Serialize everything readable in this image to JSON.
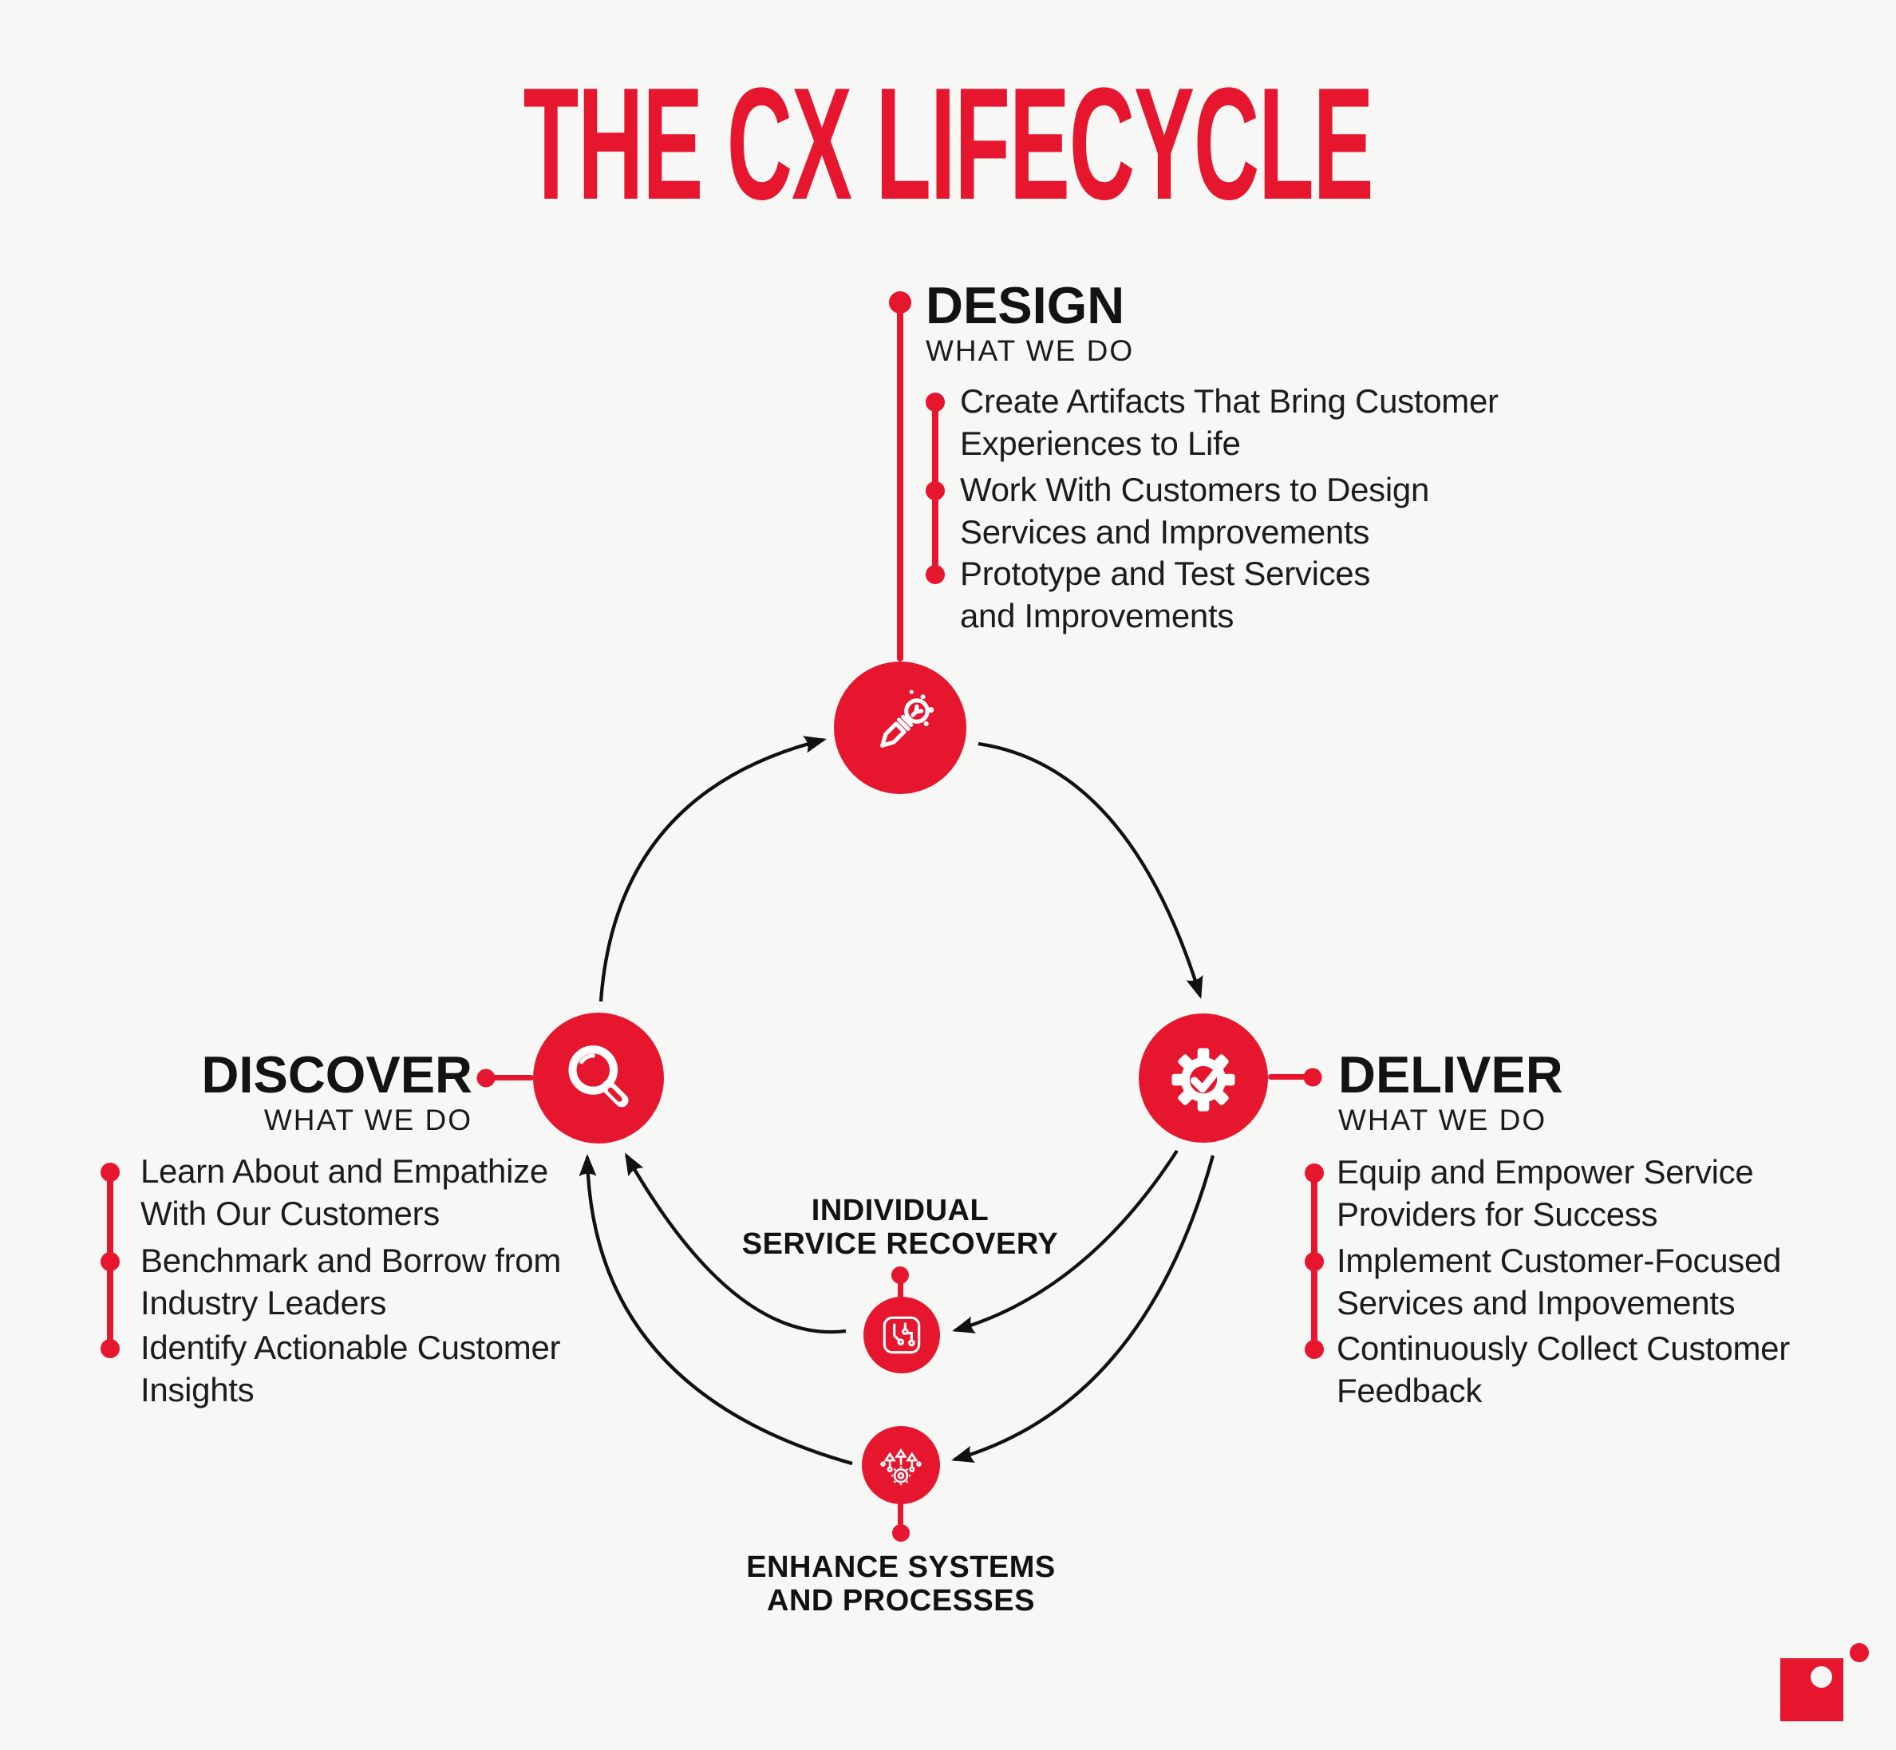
{
  "title": "THE CX LIFECYCLE",
  "colors": {
    "red": "#e5162e",
    "background": "#f7f7f6",
    "heading_ink": "#131313",
    "body_text": "#1c1c1c",
    "arrow_black": "#111111"
  },
  "sections": {
    "design": {
      "heading": "DESIGN",
      "subheading": "WHAT WE DO",
      "icon": "pencil-lightbulb-icon",
      "bullets": [
        [
          "Create Artifacts That Bring Customer",
          "Experiences to Life"
        ],
        [
          "Work With Customers to Design",
          "Services and Improvements"
        ],
        [
          "Prototype and Test Services",
          "and Improvements"
        ]
      ]
    },
    "discover": {
      "heading": "DISCOVER",
      "subheading": "WHAT WE DO",
      "icon": "magnifying-glass-icon",
      "bullets": [
        [
          "Learn About and Empathize",
          "With Our Customers"
        ],
        [
          "Benchmark and Borrow from",
          "Industry Leaders"
        ],
        [
          "Identify Actionable Customer",
          "Insights"
        ]
      ]
    },
    "deliver": {
      "heading": "DELIVER",
      "subheading": "WHAT WE DO",
      "icon": "gear-checkmark-icon",
      "bullets": [
        [
          "Equip and Empower Service",
          "Providers for Success"
        ],
        [
          "Implement Customer-Focused",
          "Services and Impovements"
        ],
        [
          "Continuously Collect Customer",
          "Feedback"
        ]
      ]
    }
  },
  "mid_nodes": {
    "service_recovery": {
      "label_lines": [
        "INDIVIDUAL",
        "SERVICE RECOVERY"
      ],
      "icon": "circuit-board-icon"
    },
    "enhance": {
      "label_lines": [
        "ENHANCE SYSTEMS",
        "AND PROCESSES"
      ],
      "icon": "growth-arrows-gear-icon"
    }
  },
  "logo": {
    "icon": "brand-logo"
  }
}
